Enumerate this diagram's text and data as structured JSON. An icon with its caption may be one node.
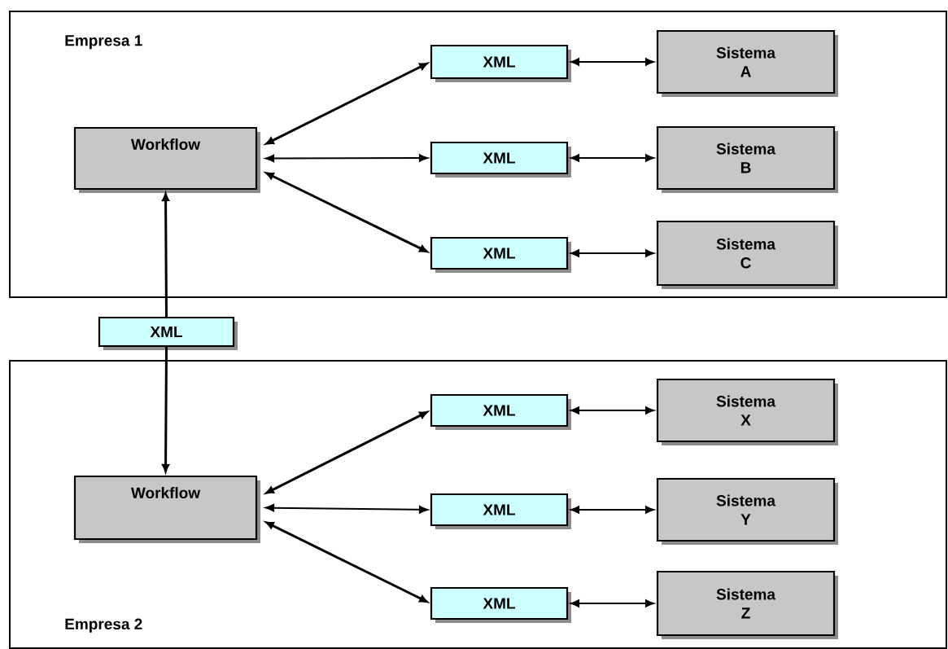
{
  "diagram": {
    "nodes": [
      {
        "text": [
          "Empresa 1"
        ]
      },
      {
        "text": [
          "Workflow"
        ],
        "in": 0
      },
      {
        "text": [
          "XML"
        ],
        "in": 0
      },
      {
        "text": [
          "XML"
        ],
        "in": 0
      },
      {
        "text": [
          "XML"
        ],
        "in": 0
      },
      {
        "text": [
          "Sistema A"
        ],
        "in": 0
      },
      {
        "text": [
          "Sistema B"
        ],
        "in": 0
      },
      {
        "text": [
          "Sistema C"
        ],
        "in": 0
      },
      {
        "text": [
          "XML"
        ]
      },
      {
        "text": [
          "Empresa 2"
        ]
      },
      {
        "text": [
          "Workflow"
        ],
        "in": 9
      },
      {
        "text": [
          "XML"
        ],
        "in": 9
      },
      {
        "text": [
          "XML"
        ],
        "in": 9
      },
      {
        "text": [
          "XML"
        ],
        "in": 9
      },
      {
        "text": [
          "Sistema X"
        ],
        "in": 9
      },
      {
        "text": [
          "Sistema Y"
        ],
        "in": 9
      },
      {
        "text": [
          "Sistema Z"
        ],
        "in": 9
      }
    ],
    "edges": [
      {
        "from": 1,
        "to": 2,
        "arrow": "both"
      },
      {
        "from": 1,
        "to": 3,
        "arrow": "both"
      },
      {
        "from": 1,
        "to": 4,
        "arrow": "both"
      },
      {
        "from": 2,
        "to": 5,
        "arrow": "both"
      },
      {
        "from": 3,
        "to": 6,
        "arrow": "both"
      },
      {
        "from": 4,
        "to": 7,
        "arrow": "both"
      },
      {
        "from": 8,
        "to": 1,
        "arrow": "to"
      },
      {
        "from": 8,
        "to": 10,
        "arrow": "to"
      },
      {
        "from": 10,
        "to": 11,
        "arrow": "both"
      },
      {
        "from": 10,
        "to": 12,
        "arrow": "both"
      },
      {
        "from": 10,
        "to": 13,
        "arrow": "both"
      },
      {
        "from": 11,
        "to": 14,
        "arrow": "both"
      },
      {
        "from": 12,
        "to": 15,
        "arrow": "both"
      },
      {
        "from": 13,
        "to": 16,
        "arrow": "both"
      }
    ]
  }
}
